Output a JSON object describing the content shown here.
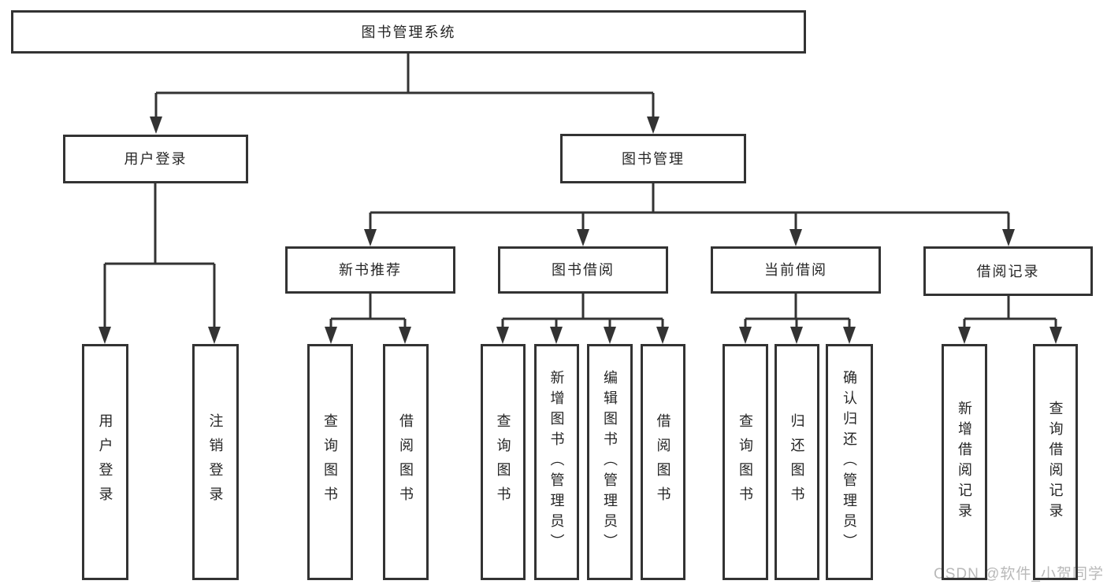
{
  "diagram": {
    "root": {
      "label": "图书管理系统",
      "children": [
        {
          "label": "用户登录",
          "children": [
            {
              "label": "用户登录"
            },
            {
              "label": "注销登录"
            }
          ]
        },
        {
          "label": "图书管理",
          "children": [
            {
              "label": "新书推荐",
              "children": [
                {
                  "label": "查询图书"
                },
                {
                  "label": "借阅图书"
                }
              ]
            },
            {
              "label": "图书借阅",
              "children": [
                {
                  "label": "查询图书"
                },
                {
                  "label": "新增图书（管理员）"
                },
                {
                  "label": "编辑图书（管理员）"
                },
                {
                  "label": "借阅图书"
                }
              ]
            },
            {
              "label": "当前借阅",
              "children": [
                {
                  "label": "查询图书"
                },
                {
                  "label": "归还图书"
                },
                {
                  "label": "确认归还（管理员）"
                }
              ]
            },
            {
              "label": "借阅记录",
              "children": [
                {
                  "label": "新增借阅记录"
                },
                {
                  "label": "查询借阅记录"
                }
              ]
            }
          ]
        }
      ]
    },
    "watermark": "CSDN @软件_小贺同学",
    "colors": {
      "line": "#333333",
      "box_border": "#333333",
      "box_background": "#ffffff",
      "text": "#262626",
      "watermark": "#b9b9b9"
    }
  }
}
